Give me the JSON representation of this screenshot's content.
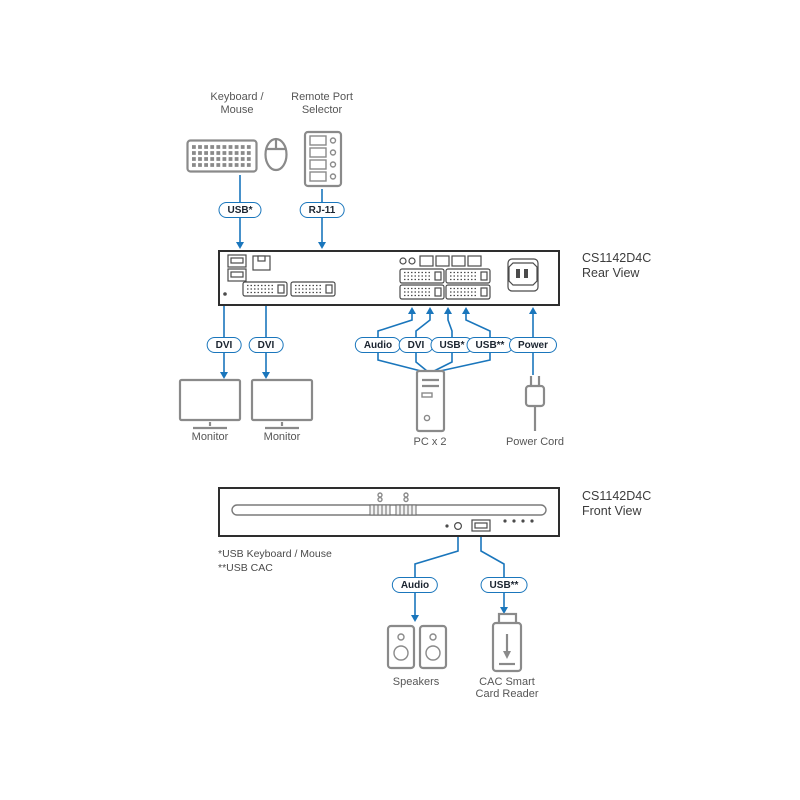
{
  "colors": {
    "accent_blue": "#1a76bc",
    "panel_border": "#2e2e2e",
    "icon_gray": "#8a8a8a",
    "label_gray": "#565656"
  },
  "peripherals_top": {
    "keyboard_mouse": {
      "line1": "Keyboard /",
      "line2": "Mouse"
    },
    "remote_port_selector": {
      "line1": "Remote Port",
      "line2": "Selector"
    }
  },
  "connections": {
    "usb_keyboard": "USB*",
    "rj11": "RJ-11",
    "dvi_monitor_1": "DVI",
    "dvi_monitor_2": "DVI",
    "audio_rear": "Audio",
    "dvi_rear": "DVI",
    "usb_rear": "USB*",
    "usb_cac_rear": "USB**",
    "power": "Power",
    "audio_front": "Audio",
    "usb_cac_front": "USB**"
  },
  "rear_view": {
    "model": "CS1142D4C",
    "view": "Rear View"
  },
  "front_view": {
    "model": "CS1142D4C",
    "view": "Front View"
  },
  "devices": {
    "monitor_1": "Monitor",
    "monitor_2": "Monitor",
    "pc": "PC x 2",
    "power_cord": "Power Cord",
    "speakers": "Speakers",
    "card_reader": {
      "line1": "CAC Smart",
      "line2": "Card Reader"
    }
  },
  "footnotes": {
    "line1": "*USB Keyboard / Mouse",
    "line2": "**USB CAC"
  }
}
